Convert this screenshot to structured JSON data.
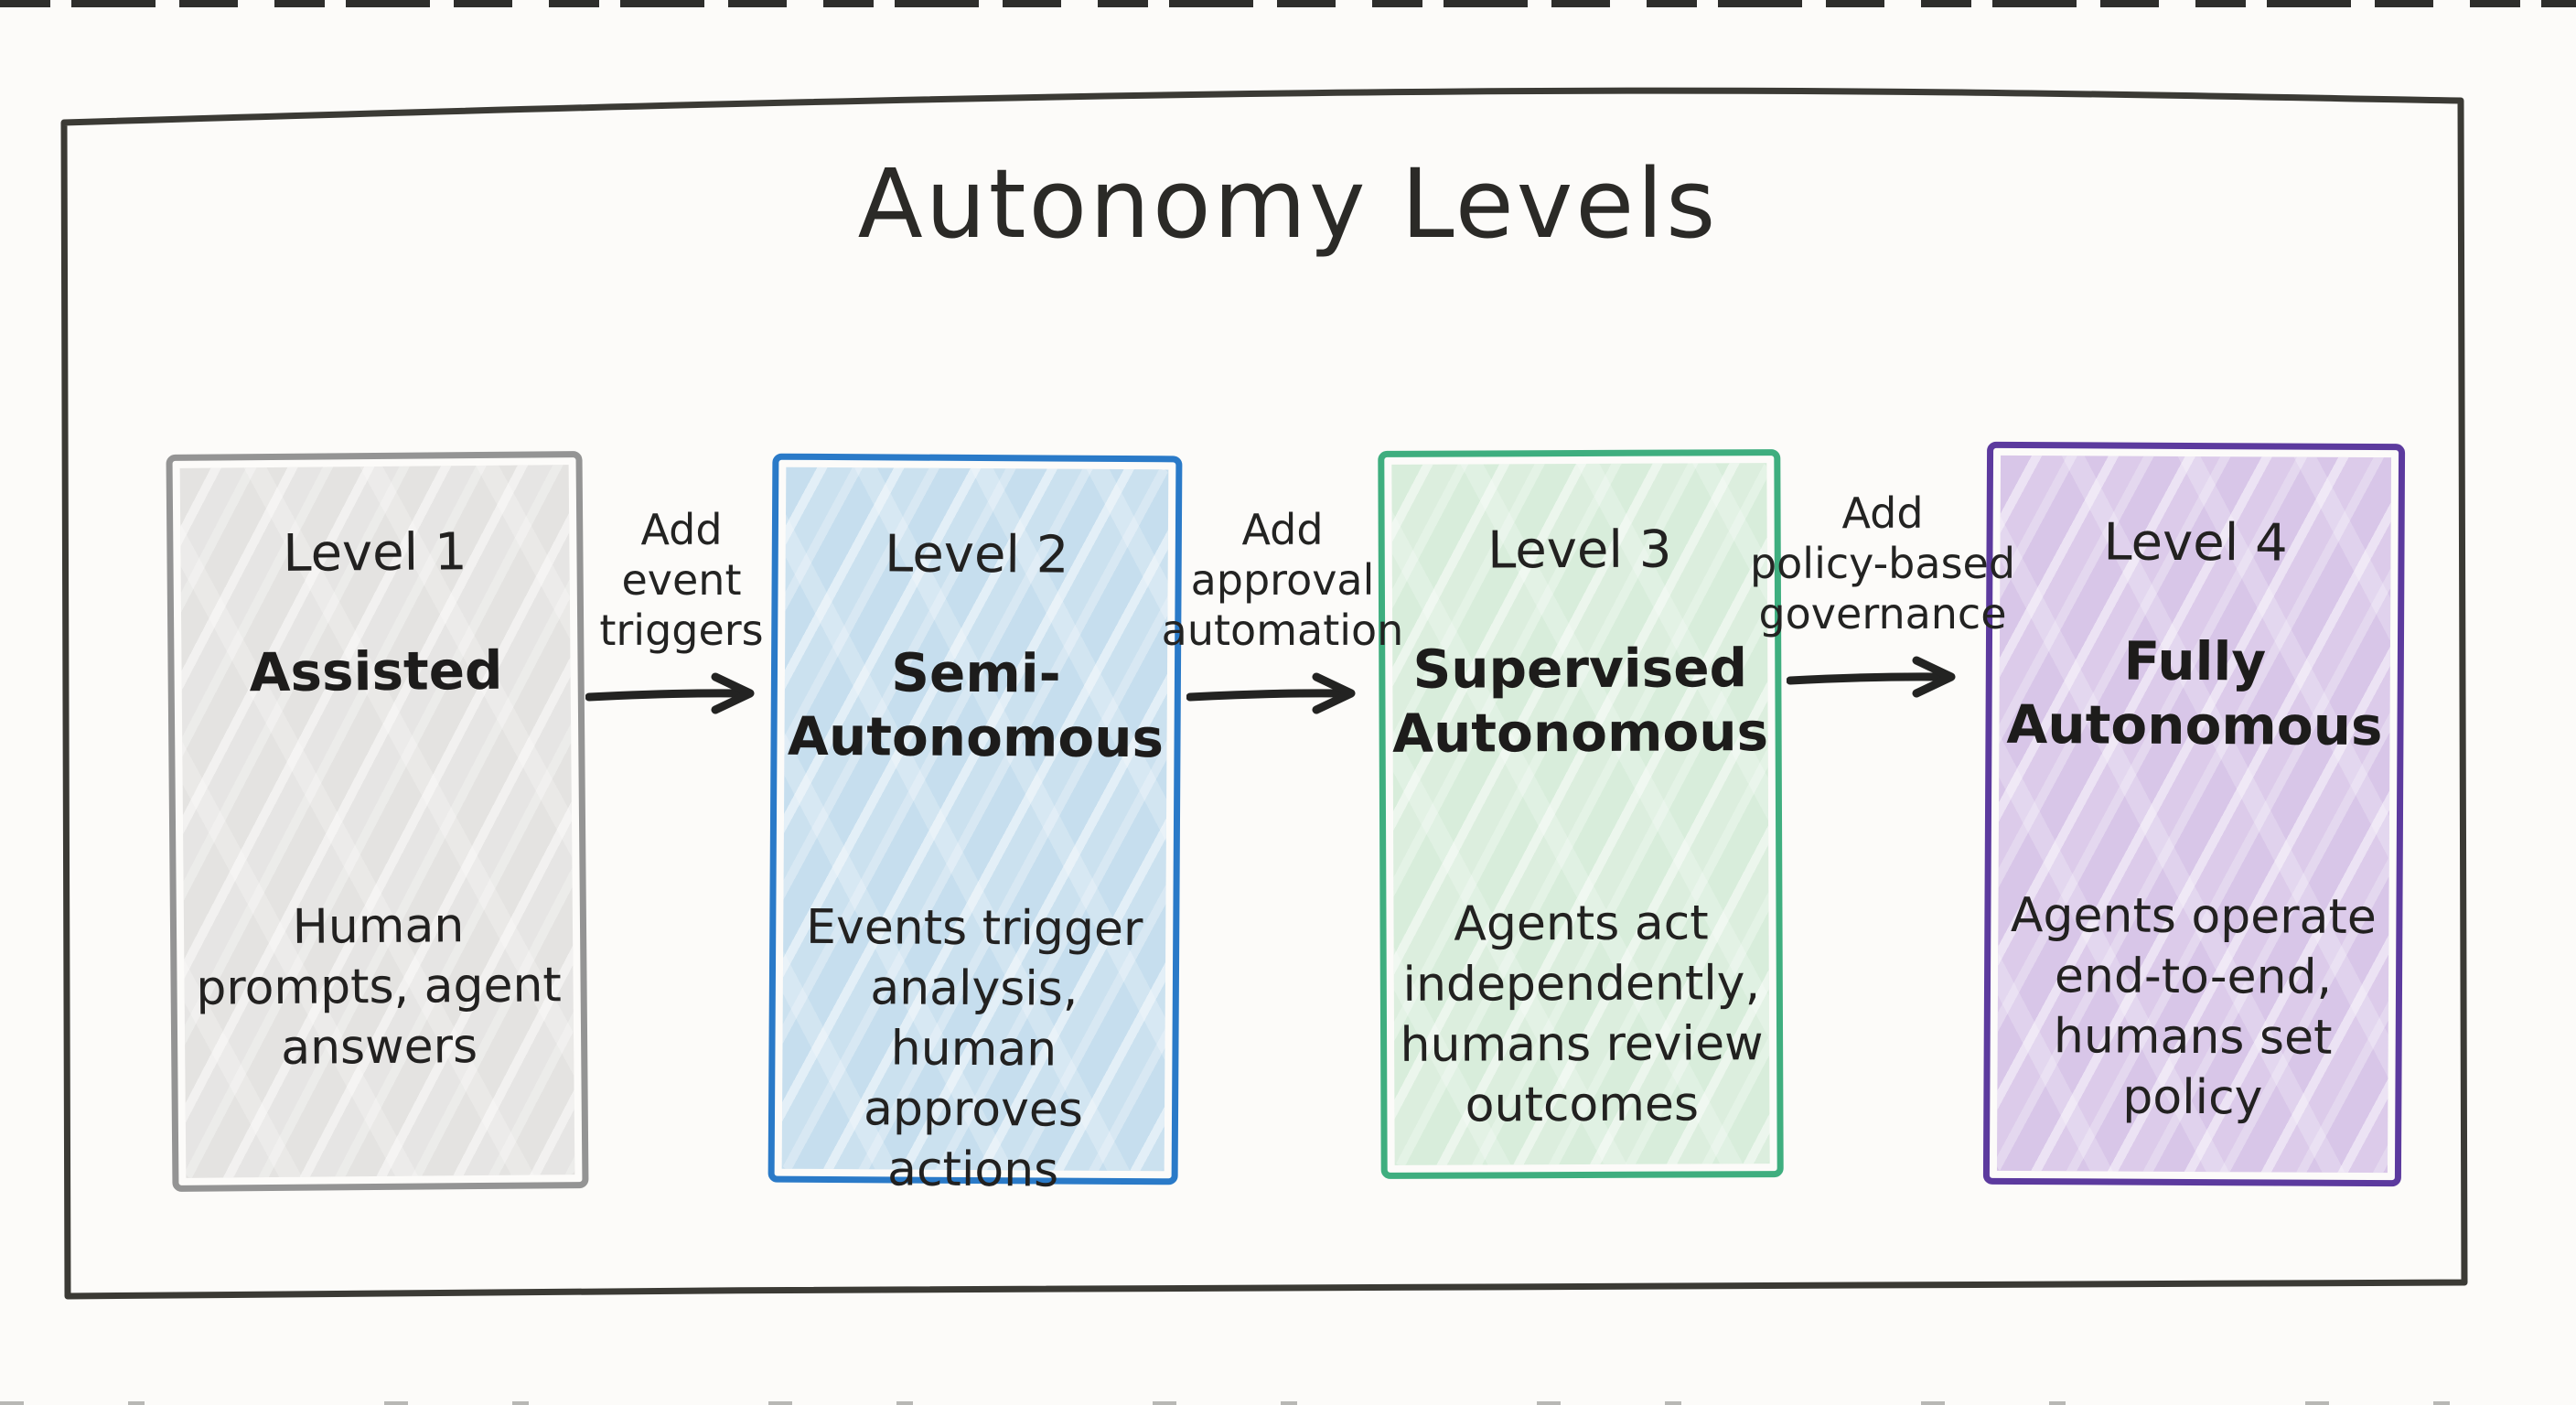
{
  "title": "Autonomy Levels",
  "colors": {
    "background": "#fcfbf9",
    "ink": "#2b2a27",
    "frame": "#3b3a35"
  },
  "levels": [
    {
      "label": "Level 1",
      "name": "Assisted",
      "description": "Human prompts, agent answers",
      "border_color": "#949494",
      "fill_color": "#e4e3e1"
    },
    {
      "label": "Level 2",
      "name": "Semi-Autonomous",
      "description": "Events trigger analysis, human approves actions",
      "border_color": "#2a7ac8",
      "fill_color": "#c6deee"
    },
    {
      "label": "Level 3",
      "name": "Supervised Autonomous",
      "description": "Agents act independently, humans review outcomes",
      "border_color": "#3fae7f",
      "fill_color": "#d8eddb"
    },
    {
      "label": "Level 4",
      "name": "Fully Autonomous",
      "description": "Agents operate end-to-end, humans set policy",
      "border_color": "#5c3a9e",
      "fill_color": "#d8c6e8"
    }
  ],
  "transitions": [
    {
      "lines": [
        "Add",
        "event",
        "triggers"
      ]
    },
    {
      "lines": [
        "Add",
        "approval",
        "automation"
      ]
    },
    {
      "lines": [
        "Add",
        "policy-based",
        "governance"
      ]
    }
  ]
}
